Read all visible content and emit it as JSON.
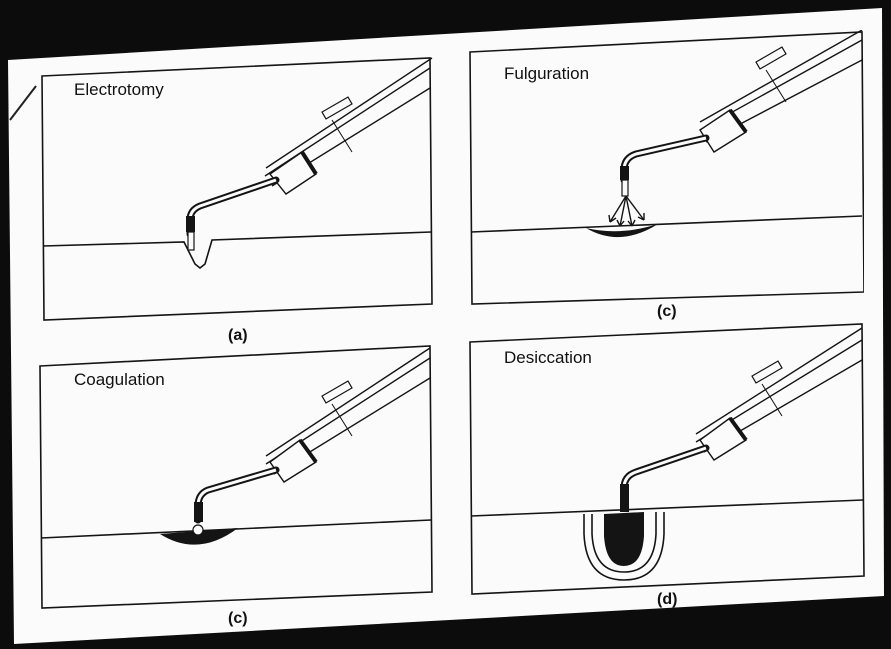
{
  "panels": [
    {
      "title": "Electrotomy",
      "caption": "(a)",
      "effect": "incision"
    },
    {
      "title": "Fulguration",
      "caption": "(c)",
      "effect": "spark-burn"
    },
    {
      "title": "Coagulation",
      "caption": "(c)",
      "effect": "surface-coagulum"
    },
    {
      "title": "Desiccation",
      "caption": "(d)",
      "effect": "deep-necrosis"
    }
  ],
  "colors": {
    "ink": "#141414",
    "paper": "#fbfbfb",
    "background": "#0c0c0c"
  }
}
